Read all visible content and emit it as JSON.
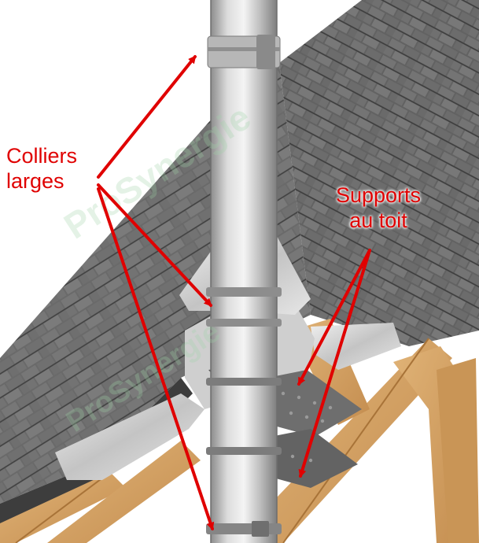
{
  "labels": {
    "colliers": {
      "line1": "Colliers",
      "line2": "larges"
    },
    "supports": {
      "line1": "Supports",
      "line2": "au toit"
    }
  },
  "watermark": "ProSynergie",
  "colors": {
    "annotation": "#e00000",
    "roof_shingle": "#6d6d6d",
    "roof_shingle_dark": "#4a4a4a",
    "wood": "#d4a468",
    "wood_dark": "#b98545",
    "steel": "#c9c9c9",
    "steel_dark": "#8f8f8f",
    "flashing": "#d8d8d8",
    "bracket": "#6b6b6b"
  }
}
